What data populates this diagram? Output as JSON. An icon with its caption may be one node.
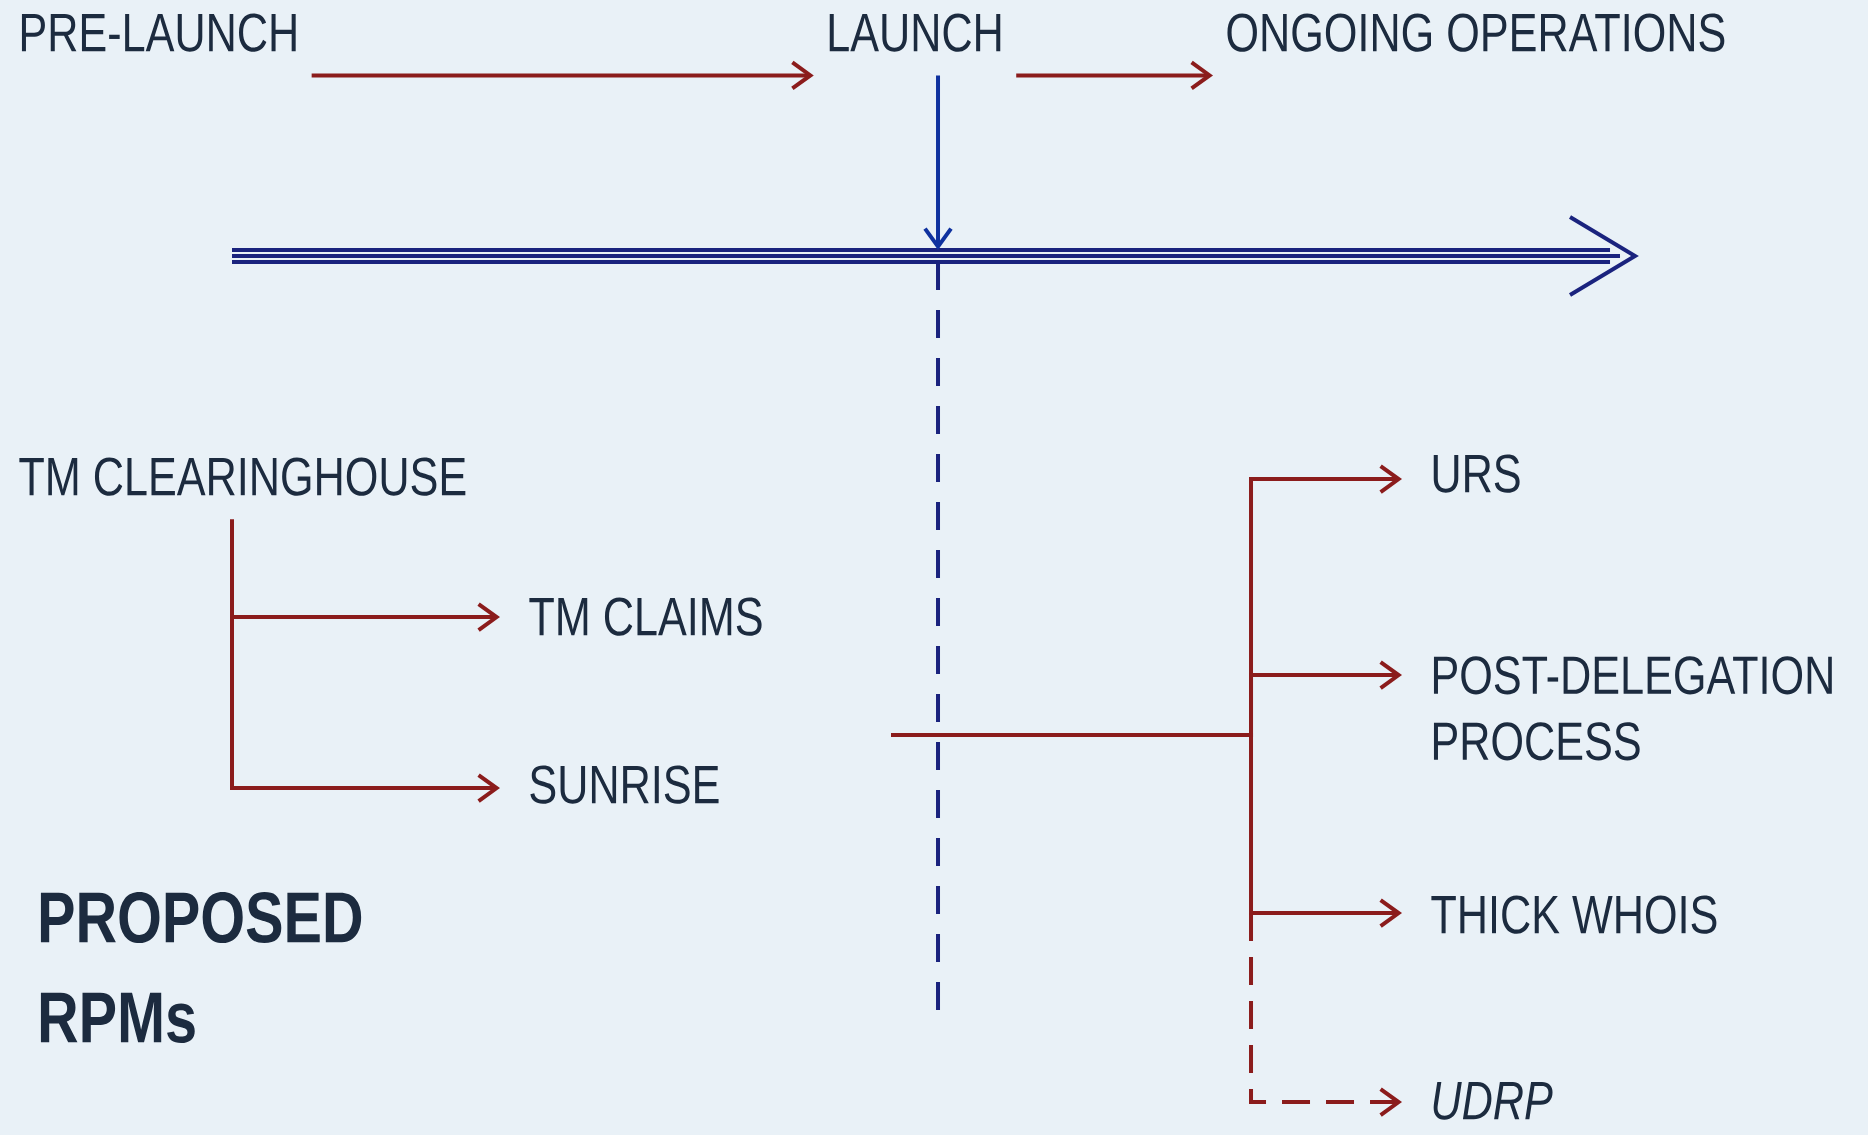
{
  "diagram": {
    "nodes": [
      {
        "text": [
          "PRE-LAUNCH"
        ]
      },
      {
        "text": [
          "LAUNCH"
        ]
      },
      {
        "text": [
          "ONGOING OPERATIONS"
        ]
      },
      {
        "text": [
          "TM CLEARINGHOUSE"
        ]
      },
      {
        "text": [
          "TM CLAIMS"
        ]
      },
      {
        "text": [
          "SUNRISE"
        ]
      },
      {
        "text": [
          "URS"
        ]
      },
      {
        "text": [
          "POST-DELEGATION PROCESS"
        ]
      },
      {
        "text": [
          "THICK WHOIS"
        ]
      },
      {
        "text": [
          "*UDRP*"
        ]
      }
    ],
    "edges": [
      {
        "from": 0,
        "to": 1,
        "arrow": "to"
      },
      {
        "from": 1,
        "to": 2,
        "arrow": "to"
      },
      {
        "from": 1,
        "to": null,
        "arrow": "to",
        "color": "#1c2f9c"
      },
      {
        "from": 3,
        "to": 4,
        "arrow": "to"
      },
      {
        "from": 3,
        "to": 5,
        "arrow": "to"
      },
      {
        "from": null,
        "to": 6,
        "arrow": "to"
      },
      {
        "from": null,
        "to": 7,
        "arrow": "to"
      },
      {
        "from": null,
        "to": 8,
        "arrow": "to"
      },
      {
        "from": null,
        "to": 9,
        "arrow": "to",
        "style": "dashed"
      }
    ],
    "labels": [
      "PROPOSED RPMs"
    ]
  }
}
